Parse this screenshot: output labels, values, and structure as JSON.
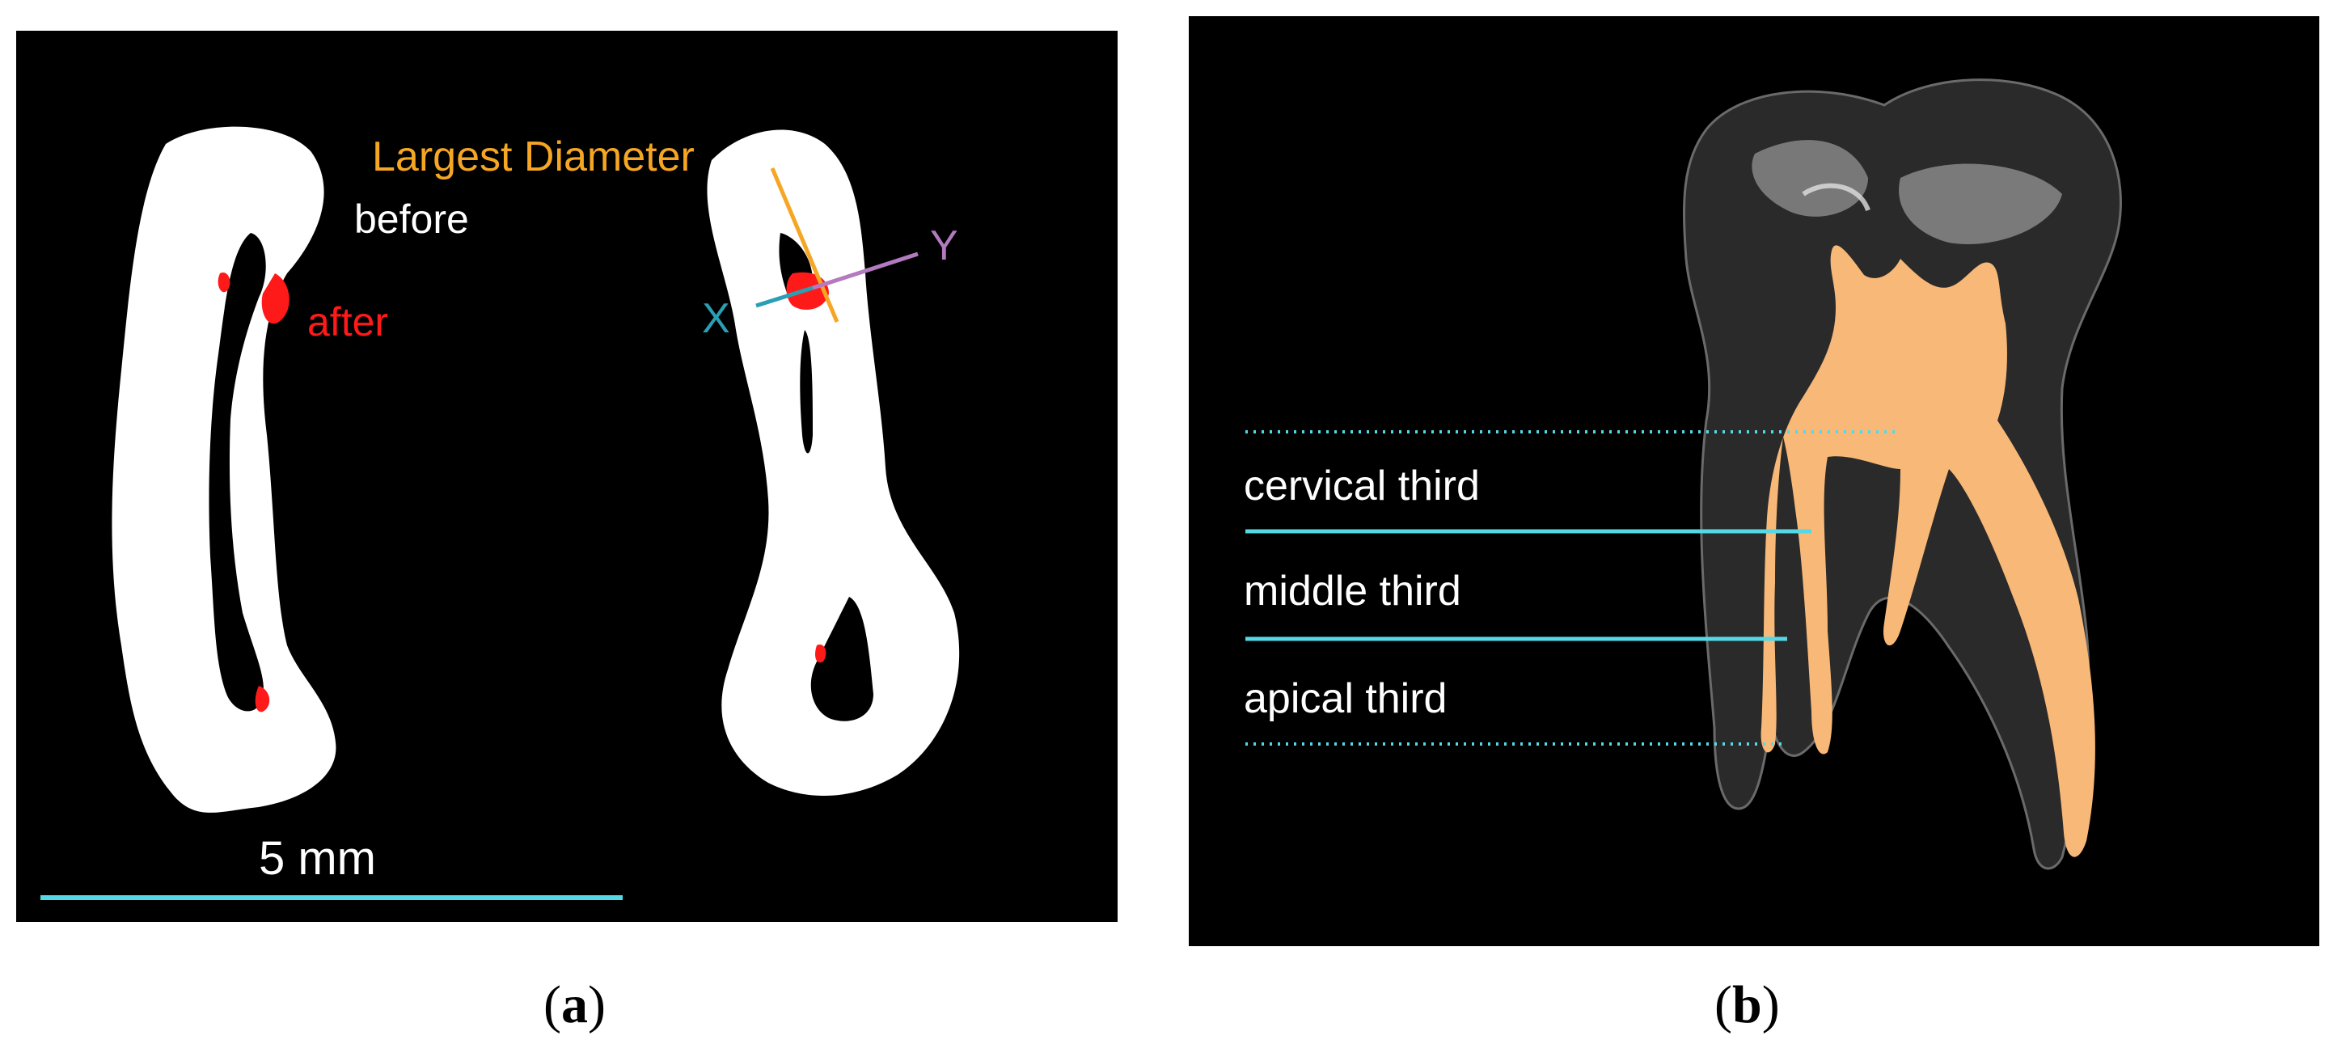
{
  "panel_a": {
    "label_largest_diameter": "Largest Diameter",
    "label_before": "before",
    "label_after": "after",
    "label_x": "X",
    "label_y": "Y",
    "scale_bar_label": "5 mm"
  },
  "panel_b": {
    "label_cervical": "cervical third",
    "label_middle": "middle third",
    "label_apical": "apical third"
  },
  "captions": {
    "a_open": "(",
    "a_letter": "a",
    "a_close": ")",
    "b_open": "(",
    "b_letter": "b",
    "b_close": ")"
  },
  "colors": {
    "orange": "#f5a623",
    "red": "#ff1a1a",
    "cyan": "#55d8e6",
    "teal": "#2a9fb4",
    "purple": "#b47abf",
    "pulp": "#f8b878"
  }
}
